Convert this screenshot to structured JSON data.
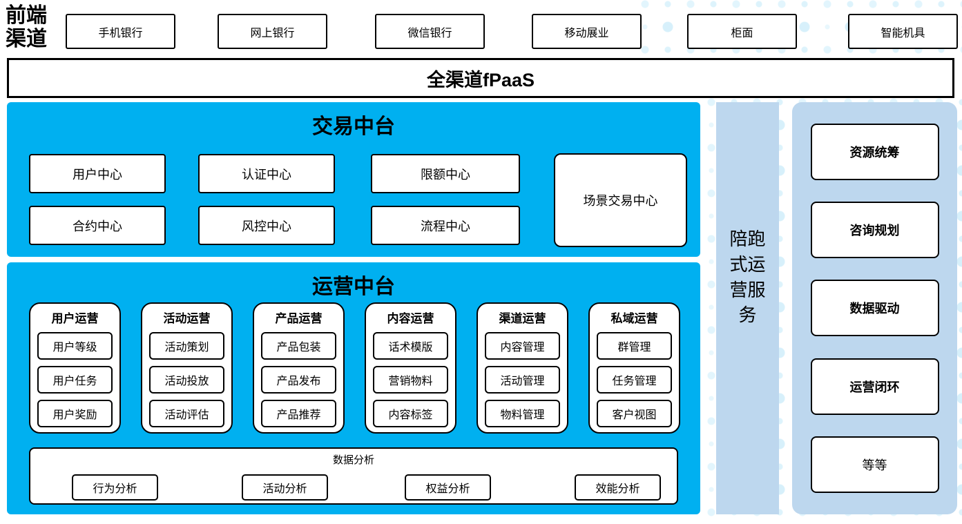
{
  "front_channels": {
    "label": "前端渠道",
    "items": [
      "手机银行",
      "网上银行",
      "微信银行",
      "移动展业",
      "柜面",
      "智能机具"
    ]
  },
  "fpaas": {
    "label": "全渠道fPaaS"
  },
  "trade_platform": {
    "title": "交易中台",
    "centers": [
      "用户中心",
      "认证中心",
      "限额中心",
      "合约中心",
      "风控中心",
      "流程中心"
    ],
    "scene_center": "场景交易中心"
  },
  "ops_platform": {
    "title": "运营中台",
    "groups": [
      {
        "title": "用户运营",
        "items": [
          "用户等级",
          "用户任务",
          "用户奖励"
        ]
      },
      {
        "title": "活动运营",
        "items": [
          "活动策划",
          "活动投放",
          "活动评估"
        ]
      },
      {
        "title": "产品运营",
        "items": [
          "产品包装",
          "产品发布",
          "产品推荐"
        ]
      },
      {
        "title": "内容运营",
        "items": [
          "话术模版",
          "营销物料",
          "内容标签"
        ]
      },
      {
        "title": "渠道运营",
        "items": [
          "内容管理",
          "活动管理",
          "物料管理"
        ]
      },
      {
        "title": "私域运营",
        "items": [
          "群管理",
          "任务管理",
          "客户视图"
        ]
      }
    ],
    "analysis": {
      "title": "数据分析",
      "items": [
        "行为分析",
        "活动分析",
        "权益分析",
        "效能分析"
      ]
    }
  },
  "accompany_bar": {
    "label": "陪跑式运营服务"
  },
  "right_panel": {
    "items": [
      "资源统筹",
      "咨询规划",
      "数据驱动",
      "运营闭环",
      "等等"
    ]
  },
  "colors": {
    "platform_cyan": "#00b0f0",
    "side_light_blue": "#bdd7ee",
    "dot_pattern_blue": "#d7f0fb",
    "box_border": "#000000"
  }
}
